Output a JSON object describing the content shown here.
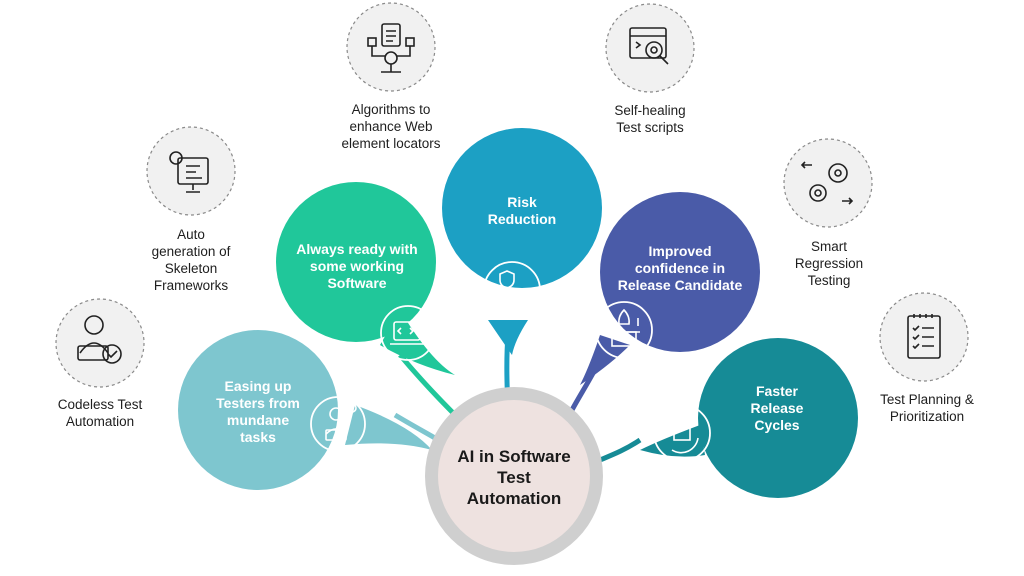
{
  "center": {
    "title": "AI in Software\nTest\nAutomation"
  },
  "bubbles": [
    {
      "id": "easing",
      "label": "Easing up\nTesters from\nmundane\ntasks",
      "color": "#7ec6cf",
      "icon": "person-laptop-icon"
    },
    {
      "id": "always",
      "label": "Always ready with\nsome working\nSoftware",
      "color": "#20c79a",
      "icon": "code-screen-icon"
    },
    {
      "id": "risk",
      "label": "Risk\nReduction",
      "color": "#1ca0c4",
      "icon": "shield-chart-icon"
    },
    {
      "id": "improved",
      "label": "Improved\nconfidence in\nRelease Candidate",
      "color": "#4a5ba8",
      "icon": "rocket-box-icon"
    },
    {
      "id": "faster",
      "label": "Faster\nRelease\nCycles",
      "color": "#168b96",
      "icon": "box-cycle-icon"
    }
  ],
  "outer": [
    {
      "id": "codeless",
      "label": "Codeless Test\nAutomation",
      "icon": "person-check-icon"
    },
    {
      "id": "auto",
      "label": "Auto\ngeneration of\nSkeleton\nFrameworks",
      "icon": "gear-presentation-icon"
    },
    {
      "id": "algorithms",
      "label": "Algorithms to\nenhance Web\nelement locators",
      "icon": "document-network-icon"
    },
    {
      "id": "selfhealing",
      "label": "Self-healing\nTest scripts",
      "icon": "browser-bug-search-icon"
    },
    {
      "id": "smart",
      "label": "Smart\nRegression\nTesting",
      "icon": "gears-arrows-icon"
    },
    {
      "id": "planning",
      "label": "Test Planning &\nPrioritization",
      "icon": "clipboard-checklist-icon"
    }
  ]
}
